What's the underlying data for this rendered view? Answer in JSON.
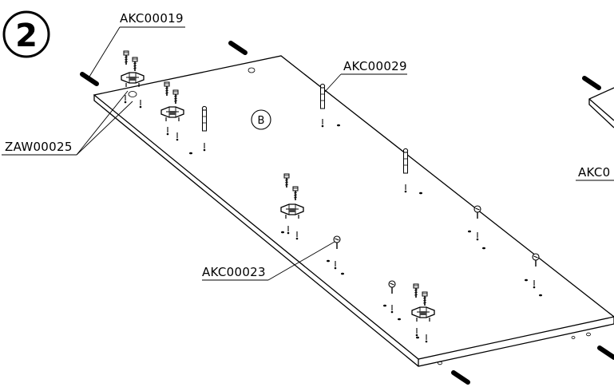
{
  "step": {
    "number": "2"
  },
  "panel": {
    "marker": "B"
  },
  "callouts": [
    {
      "id": "akc00019",
      "text": "AKC00019"
    },
    {
      "id": "akc00029",
      "text": "AKC00029"
    },
    {
      "id": "zaw00025",
      "text": "ZAW00025"
    },
    {
      "id": "akc00023",
      "text": "AKC00023"
    },
    {
      "id": "akc-cut",
      "text": "AKC0"
    }
  ]
}
